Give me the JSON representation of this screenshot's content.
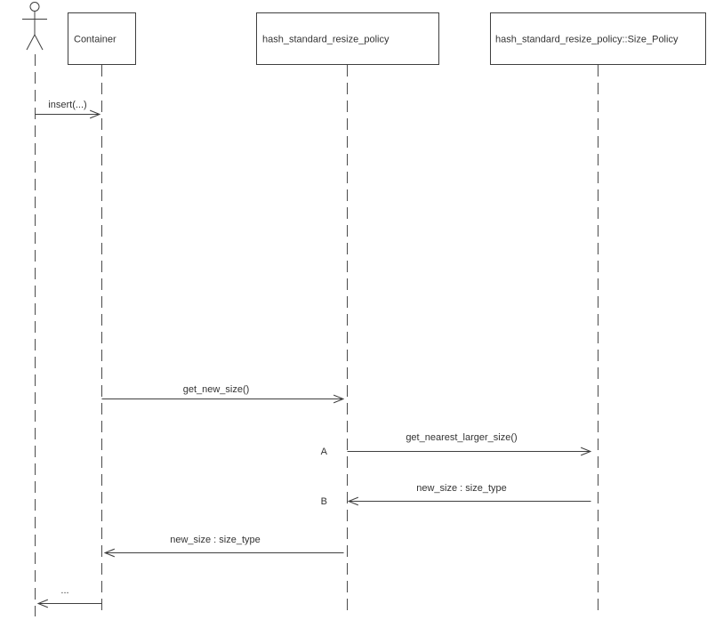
{
  "diagram": {
    "type": "uml-sequence",
    "actor": {
      "role": "client"
    },
    "participants": [
      {
        "label": "Container"
      },
      {
        "label": "hash_standard_resize_policy"
      },
      {
        "label": "hash_standard_resize_policy::Size_Policy"
      }
    ],
    "messages": [
      {
        "label": "insert(...)",
        "from": "actor",
        "to": "Container",
        "direction": "right",
        "marker": ""
      },
      {
        "label": "get_new_size()",
        "from": "Container",
        "to": "hash_standard_resize_policy",
        "direction": "right",
        "marker": ""
      },
      {
        "label": "get_nearest_larger_size()",
        "from": "hash_standard_resize_policy",
        "to": "hash_standard_resize_policy::Size_Policy",
        "direction": "right",
        "marker": "A"
      },
      {
        "label": "new_size : size_type",
        "from": "hash_standard_resize_policy::Size_Policy",
        "to": "hash_standard_resize_policy",
        "direction": "left",
        "marker": "B"
      },
      {
        "label": "new_size : size_type",
        "from": "hash_standard_resize_policy",
        "to": "Container",
        "direction": "left",
        "marker": ""
      },
      {
        "label": "...",
        "from": "Container",
        "to": "actor",
        "direction": "left",
        "marker": ""
      }
    ],
    "colors": {
      "line": "#3f3f3f",
      "lifeline": "#4a4a4a",
      "text": "#333333",
      "background": "#ffffff"
    }
  }
}
